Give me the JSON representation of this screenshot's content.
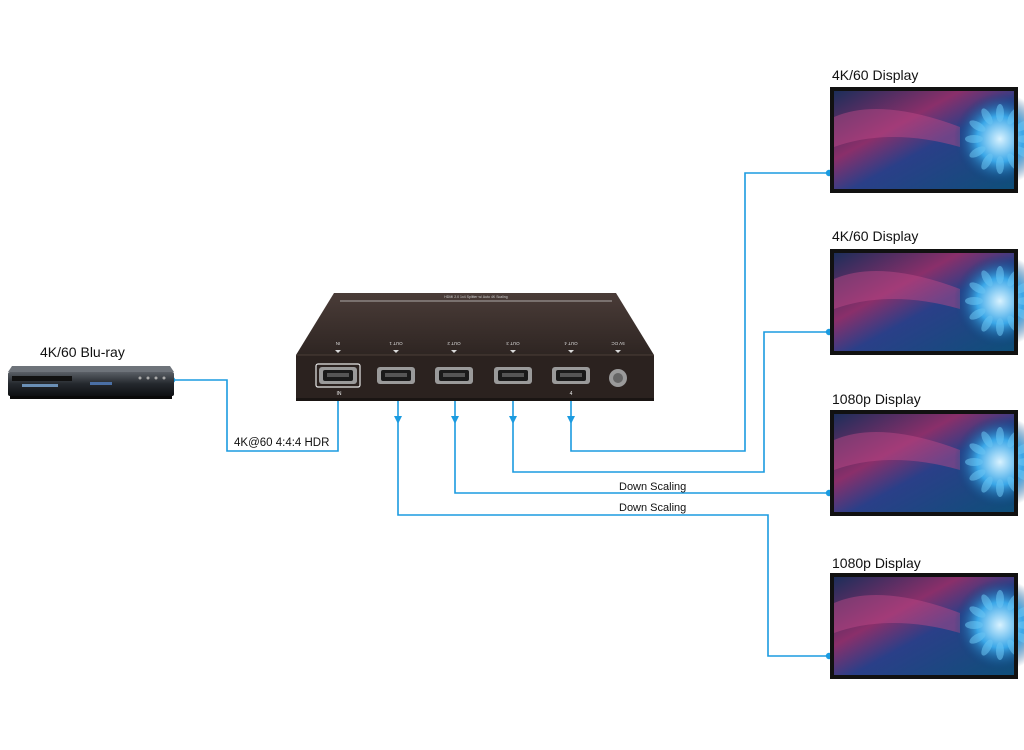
{
  "source": {
    "label": "4K/60 Blu-ray"
  },
  "input_signal": {
    "label": "4K@60 4:4:4 HDR"
  },
  "splitter": {
    "top_label_text": "HDMI 2.0 1x4 Splitter w/ Auto 4K Scaling",
    "ports": [
      {
        "label": "IN"
      },
      {
        "label": "OUT 1"
      },
      {
        "label": "OUT 2"
      },
      {
        "label": "OUT 3"
      },
      {
        "label": "OUT 4"
      },
      {
        "label": "5V DC"
      }
    ],
    "in_marker": "IN",
    "out4_marker": "4"
  },
  "outputs": [
    {
      "label": "4K/60 Display",
      "note": ""
    },
    {
      "label": "4K/60 Display",
      "note": ""
    },
    {
      "label": "1080p Display",
      "note": "Down Scaling"
    },
    {
      "label": "1080p Display",
      "note": "Down Scaling"
    }
  ],
  "colors": {
    "cable": "#1b9be0",
    "device_body": "#3a2f2c",
    "device_face": "#2b221f",
    "port": "#9a9a9a",
    "display_bezel": "#111111"
  }
}
